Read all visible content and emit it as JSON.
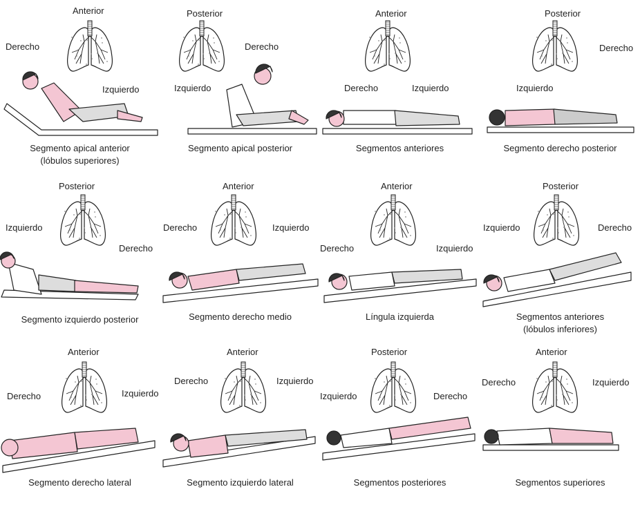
{
  "panels": [
    {
      "view": "Anterior",
      "left_label": "Derecho",
      "right_label": "Izquierdo",
      "caption": "Segmento apical anterior",
      "caption2": "(lóbulos superiores)",
      "posture": "sit_recline"
    },
    {
      "view": "Posterior",
      "left_label": "Izquierdo",
      "right_label": "Derecho",
      "caption": "Segmento apical posterior",
      "caption2": "",
      "posture": "sit_forward"
    },
    {
      "view": "Anterior",
      "left_label": "Derecho",
      "right_label": "Izquierdo",
      "caption": "Segmentos anteriores",
      "caption2": "",
      "posture": "supine"
    },
    {
      "view": "Posterior",
      "left_label": "Izquierdo",
      "right_label": "Derecho",
      "caption": "Segmento derecho posterior",
      "caption2": "",
      "posture": "prone"
    },
    {
      "view": "Posterior",
      "left_label": "Izquierdo",
      "right_label": "Derecho",
      "caption": "Segmento izquierdo posterior",
      "caption2": "",
      "posture": "prone_turned"
    },
    {
      "view": "Anterior",
      "left_label": "Derecho",
      "right_label": "Izquierdo",
      "caption": "Segmento derecho medio",
      "caption2": "",
      "posture": "tilt_left"
    },
    {
      "view": "Anterior",
      "left_label": "Derecho",
      "right_label": "Izquierdo",
      "caption": "Língula izquierda",
      "caption2": "",
      "posture": "tilt_supine"
    },
    {
      "view": "Posterior",
      "left_label": "Izquierdo",
      "right_label": "Derecho",
      "caption": "Segmentos anteriores",
      "caption2": "(lóbulos inferiores)",
      "posture": "tilt_supine_up"
    },
    {
      "view": "Anterior",
      "left_label": "Derecho",
      "right_label": "Izquierdo",
      "caption": "Segmento derecho lateral",
      "caption2": "",
      "posture": "tilt_side"
    },
    {
      "view": "Anterior",
      "left_label": "Derecho",
      "right_label": "Izquierdo",
      "caption": "Segmento izquierdo lateral",
      "caption2": "",
      "posture": "tilt_side_curl"
    },
    {
      "view": "Posterior",
      "left_label": "Izquierdo",
      "right_label": "Derecho",
      "caption": "Segmentos posteriores",
      "caption2": "",
      "posture": "tilt_prone"
    },
    {
      "view": "Anterior",
      "left_label": "Derecho",
      "right_label": "Izquierdo",
      "caption": "Segmentos superiores",
      "caption2": "",
      "posture": "prone_flat"
    }
  ],
  "colors": {
    "skin": "#f4c6d3",
    "line": "#222222",
    "lung": "#ffffff",
    "shade": "#8a8a8a"
  }
}
